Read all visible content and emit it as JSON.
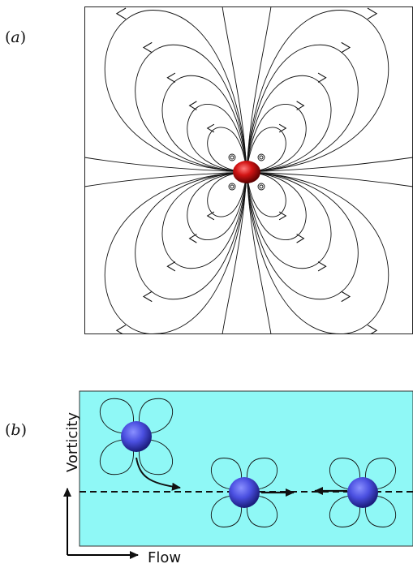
{
  "panels": {
    "a": {
      "label": "a"
    },
    "b": {
      "label": "b",
      "y_axis_label": "Vorticity",
      "x_axis_label": "Flow",
      "colors": {
        "channel": "#8ff8f6",
        "particle": "#4a4fe0",
        "source_particle": "#cc1010"
      }
    }
  }
}
